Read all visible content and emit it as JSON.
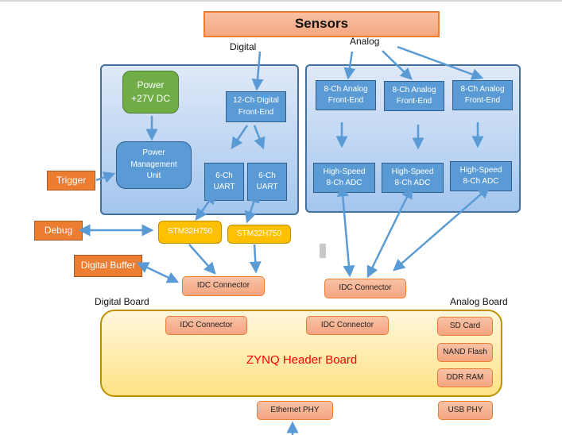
{
  "diagram": {
    "sensors": {
      "label": "Sensors"
    },
    "signal_labels": {
      "digital": "Digital",
      "analog": "Analog"
    },
    "digital_section": {
      "power": "Power\n+27V DC",
      "pmu": "Power\nManagement\nUnit",
      "front_end": "12-Ch Digital\nFront-End",
      "uarts": [
        "6-Ch\nUART",
        "6-Ch\nUART"
      ]
    },
    "analog_section": {
      "front_ends": [
        "8-Ch Analog\nFront-End",
        "8-Ch Analog\nFront-End",
        "8-Ch Analog\nFront-End"
      ],
      "adcs": [
        "High-Speed\n8-Ch ADC",
        "High-Speed\n8-Ch ADC",
        "High-Speed\n8-Ch ADC"
      ]
    },
    "external": {
      "trigger": "Trigger",
      "debug": "Debug",
      "digital_buffer": "Digital Buffer"
    },
    "mcus": [
      "STM32H750",
      "STM32H750"
    ],
    "connectors": {
      "digital_idc": "IDC Connector",
      "analog_idc": "IDC Connector"
    },
    "board_labels": {
      "digital": "Digital Board",
      "analog": "Analog Board"
    },
    "zynq": {
      "title": "ZYNQ Header Board",
      "idc_left": "IDC Connector",
      "idc_right": "IDC Connector",
      "memory": [
        "SD Card",
        "NAND Flash",
        "DDR RAM"
      ]
    },
    "phys": {
      "ethernet": "Ethernet PHY",
      "usb": "USB PHY"
    },
    "colors": {
      "arrow": "#5b9bd5",
      "block_blue": "#5b9bd5",
      "power_green": "#70ad47",
      "external_orange": "#ed7d31",
      "mcu_yellow": "#ffc000",
      "connector_salmon": "#f4b183",
      "zynq_title_red": "#ff0000"
    }
  }
}
